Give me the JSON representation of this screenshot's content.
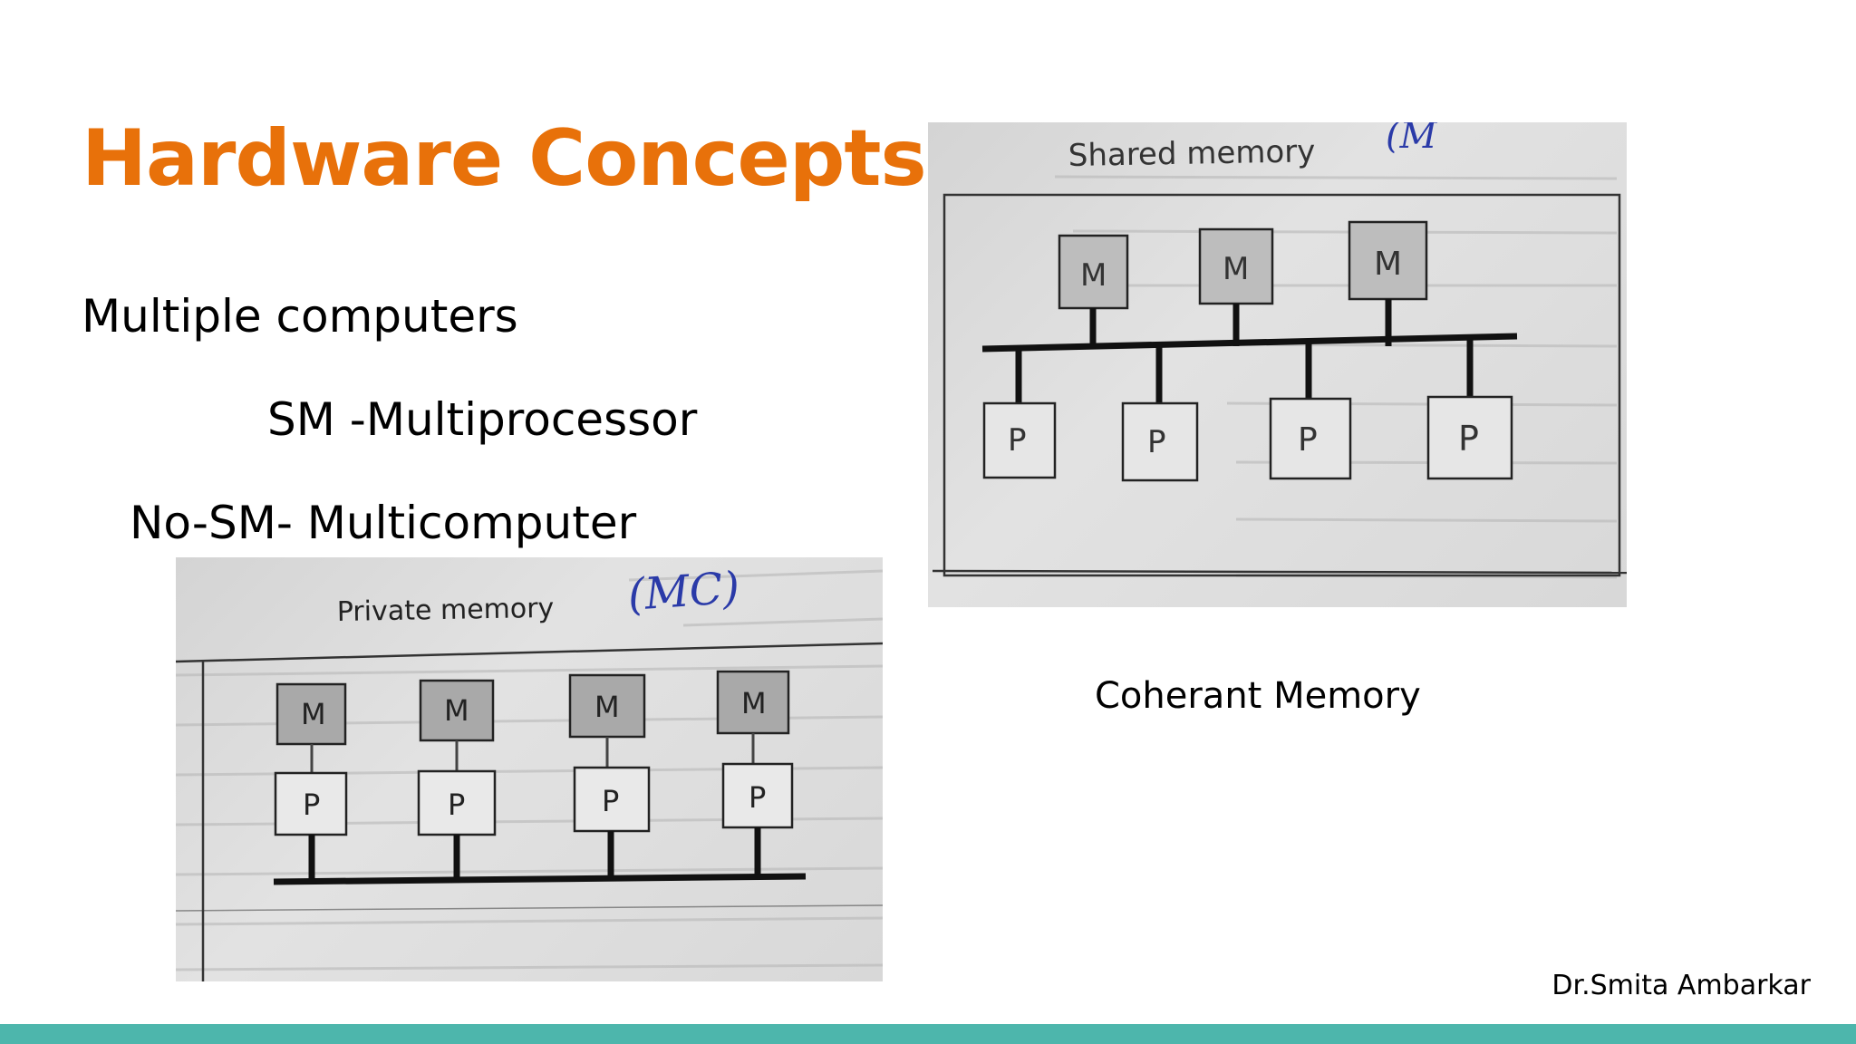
{
  "slide": {
    "title": "Hardware Concepts",
    "lines": [
      "Multiple computers",
      "SM -Multiprocessor",
      "No-SM- Multicomputer"
    ],
    "caption": "Coherant Memory",
    "author": "Dr.Smita Ambarkar"
  },
  "shared_figure": {
    "heading": "Shared memory",
    "memory_label": "M",
    "processor_label": "P",
    "annotation": "(M"
  },
  "private_figure": {
    "heading": "Private memory",
    "memory_label": "M",
    "processor_label": "P",
    "annotation": "(MC)"
  },
  "colors": {
    "title": "#e8710a",
    "footer_bar": "#4db6ac"
  }
}
